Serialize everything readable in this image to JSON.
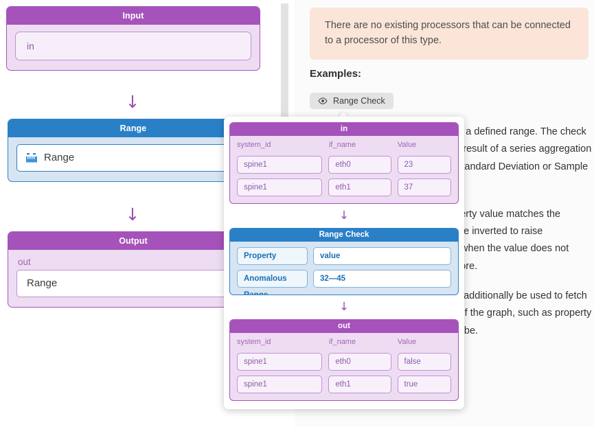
{
  "left_canvas": {
    "nodes": [
      {
        "title": "Input",
        "kind": "purple",
        "slot_label": "",
        "value": "in",
        "value_style": "pill-purple"
      },
      {
        "title": "Range",
        "kind": "blue",
        "slot_label": "",
        "value": "Range",
        "icon": "range-icon",
        "value_style": "pill-white-blue"
      },
      {
        "title": "Output",
        "kind": "purple",
        "slot_label": "out",
        "value": "Range",
        "value_style": "pill-white"
      }
    ],
    "arrow_glyph": "↓"
  },
  "right_panel": {
    "alert": "There are no existing processors that can be connected to a processor of this type.",
    "examples_label": "Examples:",
    "example_chip": {
      "icon": "eye-icon",
      "label": "Range Check"
    },
    "description_paragraphs": [
      "Checks if a property value is within a defined range. The check can also be performed against the result of a series aggregation function, such as Sum, Average, Standard Deviation or Sample Variance.",
      "Raises an anomaly when the property value matches the defined anomalous range, or can be inverted to raise anomalies. An anomaly is cleared when the value does not match the anomalous range anymore.",
      "Graph query based properties can additionally be used to fetch reference values from other parts of the graph, such as property set nodes, and parametrize the probe."
    ]
  },
  "popup": {
    "arrow_glyph": "↓",
    "blocks": [
      {
        "id": "in-block",
        "kind": "purple",
        "title": "in",
        "type": "table",
        "columns": [
          "system_id",
          "if_name",
          "Value"
        ],
        "rows": [
          [
            "spine1",
            "eth0",
            "23"
          ],
          [
            "spine1",
            "eth1",
            "37"
          ]
        ]
      },
      {
        "id": "range-check-block",
        "kind": "blue",
        "title": "Range Check",
        "type": "keyvalue",
        "pairs": [
          {
            "key": "Property",
            "value": "value"
          },
          {
            "key": "Anomalous Range",
            "value": "32—45"
          }
        ]
      },
      {
        "id": "out-block",
        "kind": "purple",
        "title": "out",
        "type": "table",
        "columns": [
          "system_id",
          "if_name",
          "Value"
        ],
        "rows": [
          [
            "spine1",
            "eth0",
            "false"
          ],
          [
            "spine1",
            "eth1",
            "true"
          ]
        ]
      }
    ]
  },
  "colors": {
    "purple": "#a652bb",
    "purple_body": "#eeddf2",
    "blue": "#2a80c7",
    "blue_body": "#d7e5f3",
    "alert_bg": "#fbe5d8",
    "chip_bg": "#e3e3e3",
    "arrow": "#9c4fb0"
  }
}
